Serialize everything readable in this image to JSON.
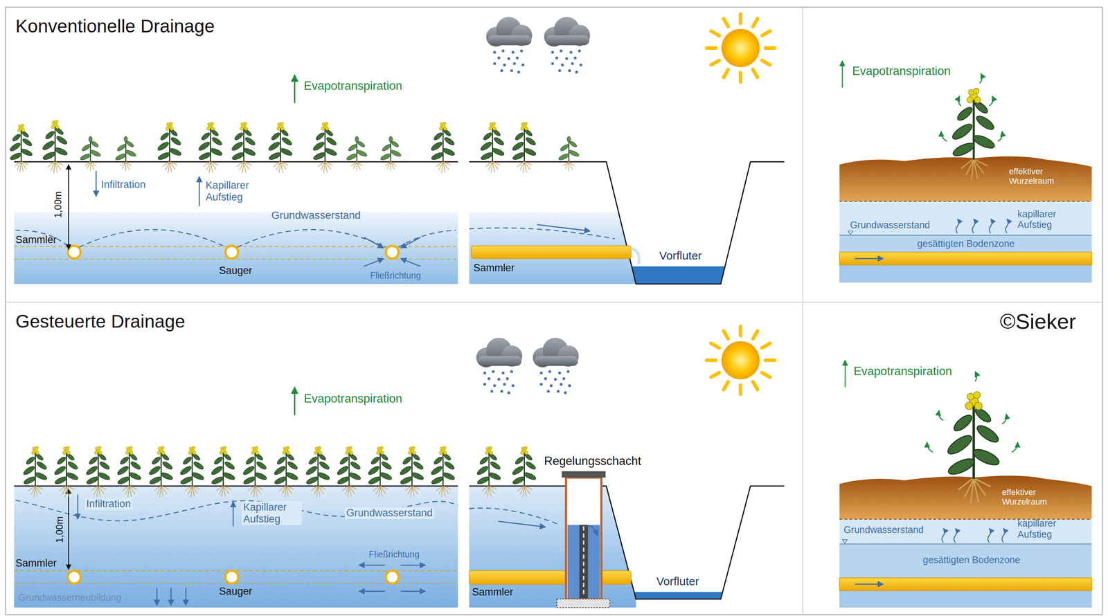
{
  "diagram": {
    "nodes": [
      {
        "text": [
          "Konventionelle Drainage"
        ]
      },
      {
        "text": [
          "Gesteuerte Drainage"
        ]
      }
    ],
    "labels": [
      "Evapotranspiration",
      "Infiltration",
      "Kapillarer Aufstieg",
      "1,00m",
      "Grundwasserstand",
      "Sammler",
      "Sauger",
      "Fließrichtung",
      "Sammler",
      "Vorfluter",
      "Evapotranspiration",
      "effektiver Wurzelraum",
      "kapillarer Aufstieg",
      "Grundwasserstand",
      "gesättigten Bodenzone",
      "©Sieker",
      "Evapotranspiration",
      "Regelungsschacht",
      "Infiltration",
      "Kapillarer Aufstieg",
      "Grundwasserstand",
      "1,00m",
      "Fließrichtung",
      "Sammler",
      "Grundwasserneubildung",
      "Sauger",
      "Sammler",
      "Vorfluter",
      "Evapotranspiration",
      "effektiver Wurzelraum",
      "Grundwasserstand",
      "kapillarer Aufstieg",
      "gesättigten Bodenzone"
    ]
  }
}
